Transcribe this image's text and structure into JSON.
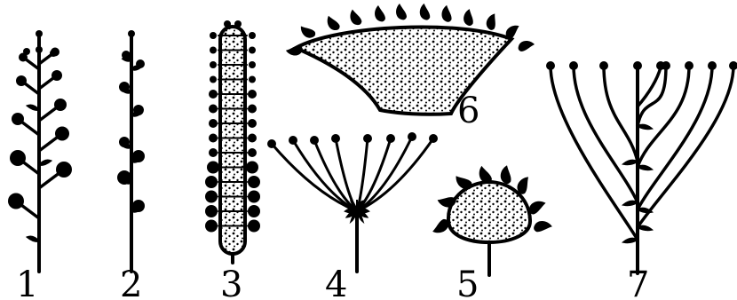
{
  "figures": [
    {
      "key": "raceme",
      "label": "1"
    },
    {
      "key": "spike",
      "label": "2"
    },
    {
      "key": "spadix",
      "label": "3"
    },
    {
      "key": "umbel",
      "label": "4"
    },
    {
      "key": "head",
      "label": "5"
    },
    {
      "key": "flattened-receptacle",
      "label": "6"
    },
    {
      "key": "corymb",
      "label": "7"
    }
  ],
  "colors": {
    "ink": "#000000",
    "background": "#ffffff"
  }
}
